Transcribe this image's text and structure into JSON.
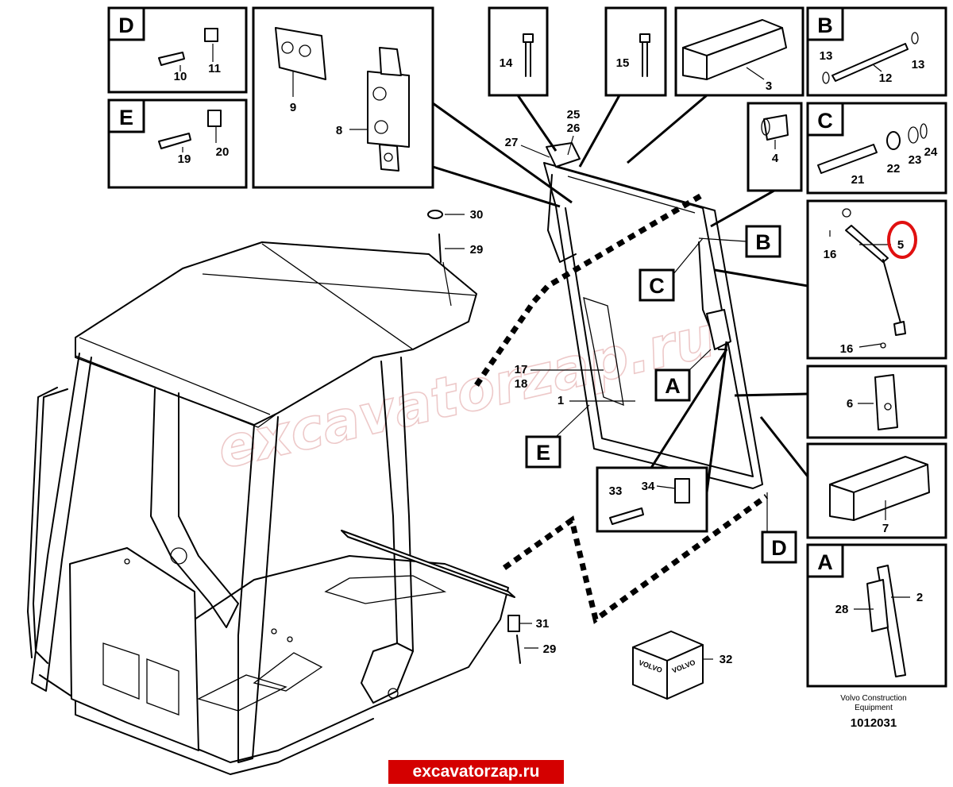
{
  "callouts": {
    "c1": "1",
    "c2": "2",
    "c3": "3",
    "c4": "4",
    "c5": "5",
    "c6": "6",
    "c7": "7",
    "c8": "8",
    "c9": "9",
    "c10": "10",
    "c11": "11",
    "c12": "12",
    "c13a": "13",
    "c13b": "13",
    "c14": "14",
    "c15": "15",
    "c16a": "16",
    "c16b": "16",
    "c17": "17",
    "c18": "18",
    "c19": "19",
    "c20": "20",
    "c21": "21",
    "c22": "22",
    "c23": "23",
    "c24": "24",
    "c25": "25",
    "c26": "26",
    "c27": "27",
    "c28": "28",
    "c29a": "29",
    "c29b": "29",
    "c30": "30",
    "c31": "31",
    "c32": "32",
    "c33": "33",
    "c34": "34"
  },
  "detail_letters": {
    "A": "A",
    "B": "B",
    "C": "C",
    "D": "D",
    "E": "E"
  },
  "watermark": "excavatorzap.ru",
  "banner": "excavatorzap.ru",
  "box_label": "VOLVO",
  "footer": {
    "company_line1": "Volvo Construction",
    "company_line2": "Equipment",
    "doc_number": "1012031"
  },
  "highlight": {
    "color": "#e01010",
    "target": "5"
  },
  "colors": {
    "banner_bg": "#d40000",
    "watermark": "#e8b8b8",
    "line": "#000000"
  }
}
